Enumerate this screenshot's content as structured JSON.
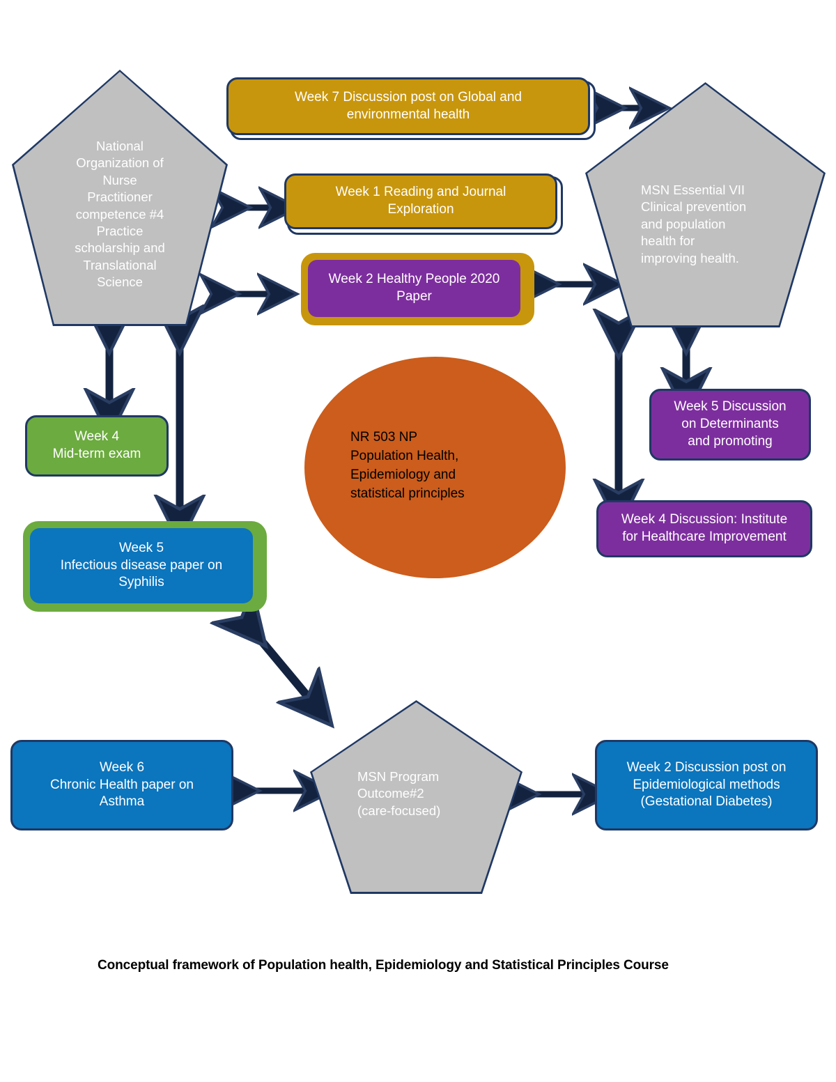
{
  "diagram": {
    "caption": "Conceptual framework of Population health, Epidemiology and Statistical Principles Course",
    "colors": {
      "pentagon_fill": "#c0c0c0",
      "pentagon_border": "#1f3864",
      "gold": "#c8960c",
      "purple": "#7d2e9e",
      "green": "#6cab3f",
      "blue": "#0b75bd",
      "ellipse": "#cc5d1c",
      "arrow": "#13233f",
      "text_light": "#ffffff",
      "text_dark": "#000000"
    },
    "nodes": {
      "pentagon_left": {
        "label": "National\nOrganization of\nNurse\nPractitioner\ncompetence #4\nPractice\nscholarship and\nTranslational\nScience",
        "shape": "pentagon"
      },
      "pentagon_right": {
        "label": "MSN Essential VII\nClinical prevention\nand population\nhealth for\nimproving health.",
        "shape": "pentagon"
      },
      "pentagon_bottom": {
        "label": "MSN Program\nOutcome#2\n(care-focused)",
        "shape": "pentagon"
      },
      "center_ellipse": {
        "label": " NR 503 NP\nPopulation Health,\nEpidemiology and\nstatistical principles",
        "shape": "ellipse"
      },
      "week7_global": {
        "label": "Week 7 Discussion post on Global and\nenvironmental health",
        "shape": "rounded-rect",
        "color": "gold"
      },
      "week1_reading": {
        "label": "Week 1 Reading and Journal\nExploration",
        "shape": "rounded-rect",
        "color": "gold"
      },
      "week2_healthy_people": {
        "label": "Week 2 Healthy People 2020\nPaper",
        "shape": "rounded-rect",
        "color": "purple",
        "outer_color": "gold"
      },
      "week5_determinants": {
        "label": "Week 5 Discussion\non Determinants\nand promoting",
        "shape": "rounded-rect",
        "color": "purple"
      },
      "week4_ihi": {
        "label": "Week 4 Discussion: Institute\nfor Healthcare Improvement",
        "shape": "rounded-rect",
        "color": "purple"
      },
      "week4_midterm": {
        "label": "Week 4\nMid-term exam",
        "shape": "rounded-rect",
        "color": "green"
      },
      "week5_syphilis": {
        "label": "Week 5\nInfectious disease paper on\nSyphilis",
        "shape": "rounded-rect",
        "color": "blue",
        "outer_color": "green"
      },
      "week6_asthma": {
        "label": "Week 6\nChronic Health paper on\nAsthma",
        "shape": "rounded-rect",
        "color": "blue"
      },
      "week2_epi_methods": {
        "label": "Week 2 Discussion post on\nEpidemiological methods\n(Gestational Diabetes)",
        "shape": "rounded-rect",
        "color": "blue"
      }
    },
    "connectors": [
      {
        "name": "week7-to-pentagon-right",
        "type": "double-arrow",
        "orientation": "horizontal"
      },
      {
        "name": "pentagon-left-to-week1",
        "type": "double-arrow",
        "orientation": "horizontal"
      },
      {
        "name": "pentagon-left-to-week2",
        "type": "double-arrow",
        "orientation": "horizontal"
      },
      {
        "name": "week2-to-pentagon-right",
        "type": "double-arrow",
        "orientation": "horizontal"
      },
      {
        "name": "pentagon-left-to-week4-midterm",
        "type": "double-arrow",
        "orientation": "vertical"
      },
      {
        "name": "pentagon-left-to-week5-syphilis",
        "type": "double-arrow",
        "orientation": "vertical"
      },
      {
        "name": "pentagon-right-to-week5-determinants",
        "type": "double-arrow",
        "orientation": "vertical"
      },
      {
        "name": "pentagon-right-to-week4-ihi",
        "type": "double-arrow",
        "orientation": "vertical"
      },
      {
        "name": "week5-syphilis-to-pentagon-bottom",
        "type": "double-arrow",
        "orientation": "diagonal"
      },
      {
        "name": "week6-asthma-to-pentagon-bottom",
        "type": "double-arrow",
        "orientation": "horizontal"
      },
      {
        "name": "pentagon-bottom-to-week2-epi",
        "type": "double-arrow",
        "orientation": "horizontal"
      }
    ]
  }
}
